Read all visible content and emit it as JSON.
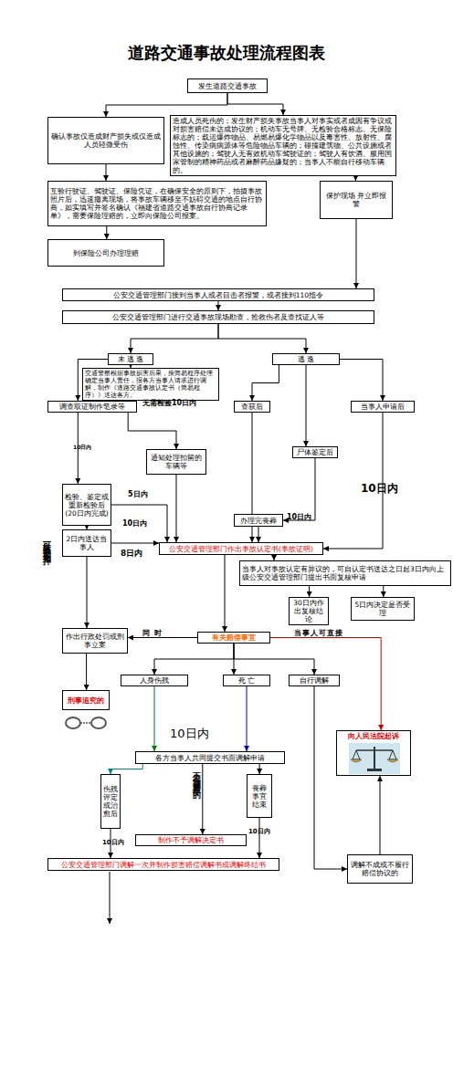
{
  "diagram": {
    "title": "道路交通事故处理流程图表",
    "nodes": [
      {
        "text": [
          "发生道路交通事故"
        ]
      },
      {
        "text": [
          "确认事故仅造成财产损失或仅造成人员轻微受伤"
        ]
      },
      {
        "text": [
          "造成人员死伤的；发生财产损失事故当事人对事实或者成因有争议或对损害赔偿未达成协议的；机动车无号牌、无检验合格标志、无保险标志的；载运爆炸物品、易燃易爆化学物品以及毒害性、放射性、腐蚀性、传染病病源体等危险物品车辆的；碰撞建筑物、公共设施或者其他设施的；驾驶人无有效机动车驾驶证的；驾驶人有饮酒、服用国家管制的精神药品或者麻醉药品嫌疑的；当事人不能自行移动车辆的。"
        ]
      },
      {
        "text": [
          "互验行驶证、驾驶证、保险凭证，在确保安全的原则下，拍摄事故照片后，迅速撤离现场，将事故车辆移至不妨碍交通的地点自行协商，如实填写并签名确认《福建省道路交通事故自行协商记录单》，需要保险理赔的，立即向保险公司报案。"
        ]
      },
      {
        "text": [
          "保护现场 并立即报警"
        ]
      },
      {
        "text": [
          "到保险公司办理理赔"
        ]
      },
      {
        "text": [
          "公安交通管理部门接到当事人或者目击者报警，或者接到110指令"
        ]
      },
      {
        "text": [
          "公安交通管理部门进行交通事故现场勘查，抢救伤者及查找证人等"
        ]
      },
      {
        "text": [
          "未 逃 逸"
        ]
      },
      {
        "text": [
          "逃 逸"
        ]
      },
      {
        "text": [
          "交通警察根据事故损害后果，按简易程序处理确定当事人责任，报各方当事人请求进行调解，制作《道路交通事故认定书（简易程序）》送达各方。"
        ]
      },
      {
        "text": [
          "调查取证制作笔录等"
        ]
      },
      {
        "text": [
          "查获后"
        ]
      },
      {
        "text": [
          "当事人申请后"
        ]
      },
      {
        "text": [
          "通知处理扣留的车辆等"
        ]
      },
      {
        "text": [
          "尸体鉴定后"
        ]
      },
      {
        "text": [
          "检验、鉴定或重新检验后(20日内完成)"
        ]
      },
      {
        "text": [
          "办理完丧葬"
        ]
      },
      {
        "text": [
          "2日内送达当事人"
        ]
      },
      {
        "text": [
          "公安交通管理部门作出事故认定书(事故证明)"
        ]
      },
      {
        "text": [
          "当事人对事故认定有异议的，可自认定书送达之日起3日内向上级公安交通管理部门提出书面复核申请"
        ]
      },
      {
        "text": [
          "30日内作出复核结论"
        ]
      },
      {
        "text": [
          "5日内决定是否受理"
        ]
      },
      {
        "text": [
          "作出行政处罚或刑事立案"
        ]
      },
      {
        "text": [
          "有关赔偿事宜"
        ]
      },
      {
        "text": [
          "人身伤残"
        ]
      },
      {
        "text": [
          "死 亡"
        ]
      },
      {
        "text": [
          "自行调解"
        ]
      },
      {
        "text": [
          "刑事追究的"
        ]
      },
      {
        "text": [
          "向人民法院起诉"
        ]
      },
      {
        "text": [
          "各方当事人共同提交书面调解申请"
        ]
      },
      {
        "text": [
          "伤残评定或治愈后"
        ]
      },
      {
        "text": [
          "丧葬事宜结束"
        ]
      },
      {
        "text": [
          "制作不予调解决定书"
        ]
      },
      {
        "text": [
          "公安交通管理部门调解一次并制作损害赔偿调解书或调解终结书"
        ]
      },
      {
        "text": [
          "调解不成或不履行赔偿协议的"
        ]
      }
    ],
    "edges": [
      {
        "from": 0,
        "to": 1,
        "arrow": "to"
      },
      {
        "from": 0,
        "to": 2,
        "arrow": "to"
      },
      {
        "from": 1,
        "to": 3,
        "arrow": "to"
      },
      {
        "from": 2,
        "to": 4,
        "arrow": "to"
      },
      {
        "from": 3,
        "to": 5,
        "arrow": "to"
      },
      {
        "from": 4,
        "to": 6,
        "arrow": "to"
      },
      {
        "from": 6,
        "to": 7,
        "arrow": "to"
      },
      {
        "from": 7,
        "to": 8,
        "arrow": "to"
      },
      {
        "from": 7,
        "to": 9,
        "arrow": "to"
      },
      {
        "from": 8,
        "to": 10,
        "arrow": "to"
      },
      {
        "from": 8,
        "to": 11,
        "arrow": "to"
      },
      {
        "from": 9,
        "to": 12,
        "arrow": "to"
      },
      {
        "from": 9,
        "to": 15,
        "arrow": "to"
      },
      {
        "from": 9,
        "to": 13,
        "arrow": "to"
      },
      {
        "from": 11,
        "to": 14,
        "arrow": "to"
      },
      {
        "from": 11,
        "to": 16,
        "arrow": "to"
      },
      {
        "from": 16,
        "to": 18,
        "arrow": "to"
      },
      {
        "from": 16,
        "to": 19,
        "arrow": "to"
      },
      {
        "from": 18,
        "to": 19,
        "arrow": "to"
      },
      {
        "from": 14,
        "to": 19,
        "arrow": "to"
      },
      {
        "from": 15,
        "to": 17,
        "arrow": "to"
      },
      {
        "from": 12,
        "to": 19,
        "arrow": "to"
      },
      {
        "from": 17,
        "to": 19,
        "arrow": "to"
      },
      {
        "from": 13,
        "to": 19,
        "arrow": "to"
      },
      {
        "from": 19,
        "to": 20,
        "arrow": "to"
      },
      {
        "from": 20,
        "to": 21,
        "arrow": "to"
      },
      {
        "from": 20,
        "to": 22,
        "arrow": "to"
      },
      {
        "from": 18,
        "to": 23,
        "arrow": "to"
      },
      {
        "from": 19,
        "to": 24,
        "arrow": "to"
      },
      {
        "from": 24,
        "to": 23,
        "label": "同 时",
        "arrow": "to"
      },
      {
        "from": 23,
        "to": 28,
        "arrow": "to"
      },
      {
        "from": 24,
        "to": 25,
        "arrow": "to"
      },
      {
        "from": 24,
        "to": 26,
        "arrow": "to"
      },
      {
        "from": 24,
        "to": 27,
        "arrow": "to"
      },
      {
        "from": 24,
        "to": 29,
        "label": "当事人可直接",
        "arrow": "to"
      },
      {
        "from": 25,
        "to": 30,
        "arrow": "to"
      },
      {
        "from": 26,
        "to": 30,
        "arrow": "to"
      },
      {
        "from": 27,
        "to": 35,
        "arrow": "to"
      },
      {
        "from": 30,
        "to": 31,
        "arrow": "to"
      },
      {
        "from": 30,
        "to": 32,
        "arrow": "to"
      },
      {
        "from": 30,
        "to": 33,
        "arrow": "to"
      },
      {
        "from": 31,
        "to": 34,
        "arrow": "to"
      },
      {
        "from": 32,
        "to": 34,
        "arrow": "to"
      },
      {
        "from": 35,
        "to": 29,
        "arrow": "to"
      }
    ],
    "labels": [
      "无需检验10日内",
      "10日内",
      "10日内",
      "5日内",
      "10日内",
      "10日内",
      "可转换刑事扣押",
      "8日内",
      "10日内",
      "不符合调解条件的",
      "10日内",
      "10日内"
    ]
  }
}
